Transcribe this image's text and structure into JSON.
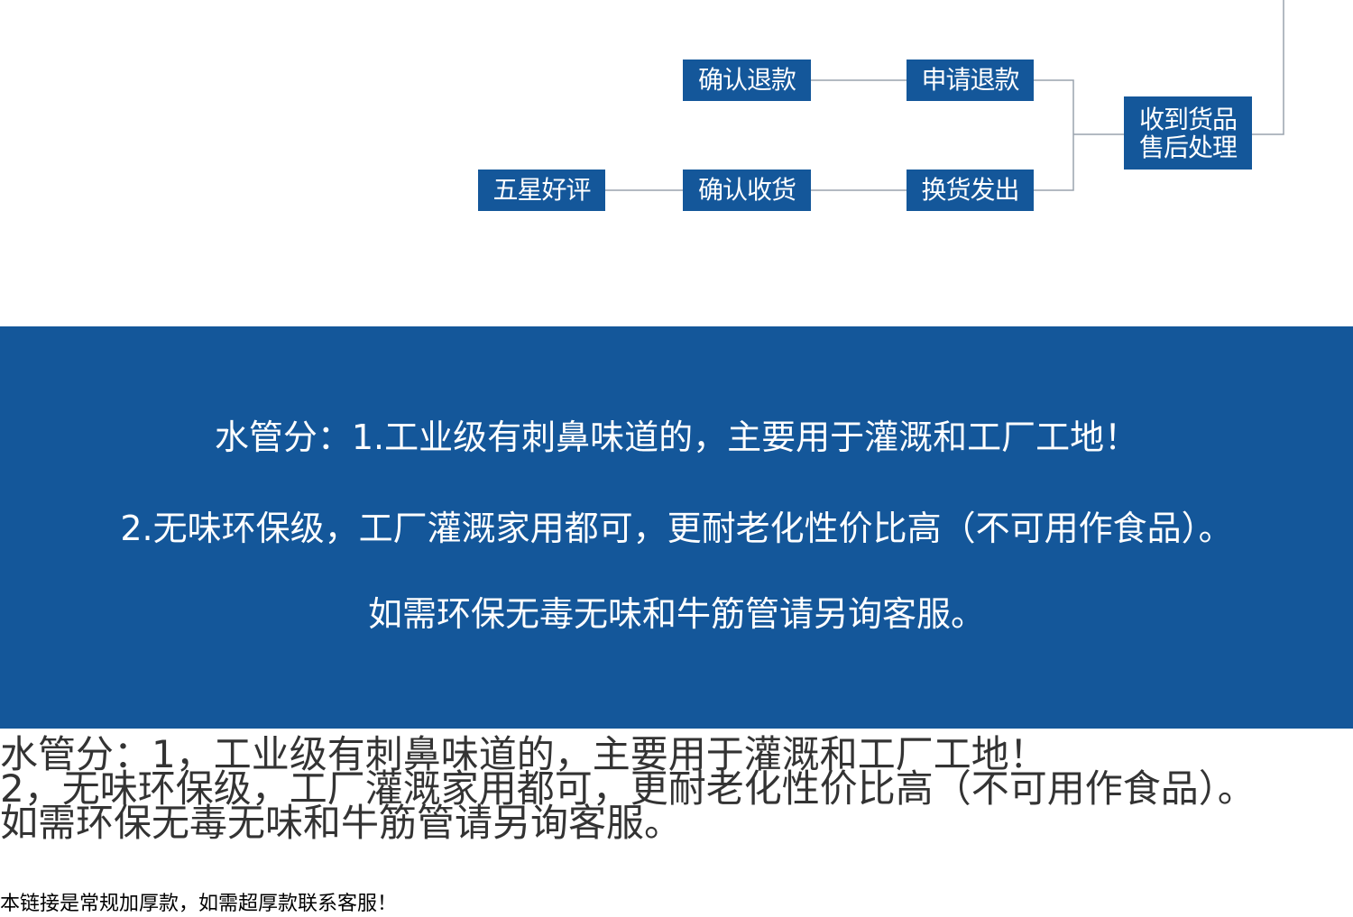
{
  "flow": {
    "nodes": {
      "confirm_refund": "确认退款",
      "apply_refund": "申请退款",
      "five_star": "五星好评",
      "confirm_receipt": "确认收货",
      "exchange_ship": "换货发出",
      "after_sales_line1": "收到货品",
      "after_sales_line2": "售后处理"
    }
  },
  "banner": {
    "line1": "水管分：1.工业级有刺鼻味道的，主要用于灌溉和工厂工地！",
    "line2": "2.无味环保级，工厂灌溉家用都可，更耐老化性价比高（不可用作食品）。",
    "line3": "如需环保无毒无味和牛筋管请另询客服。"
  },
  "description": {
    "line1": "水管分：1，工业级有刺鼻味道的，主要用于灌溉和工厂工地！",
    "line2": "2，无味环保级，工厂灌溉家用都可，更耐老化性价比高（不可用作食品）。",
    "line3": "如需环保无毒无味和牛筋管请另询客服。"
  },
  "note": "本链接是常规加厚款，如需超厚款联系客服！",
  "colors": {
    "brand_blue": "#14579a",
    "connector": "#9aa3ad"
  }
}
